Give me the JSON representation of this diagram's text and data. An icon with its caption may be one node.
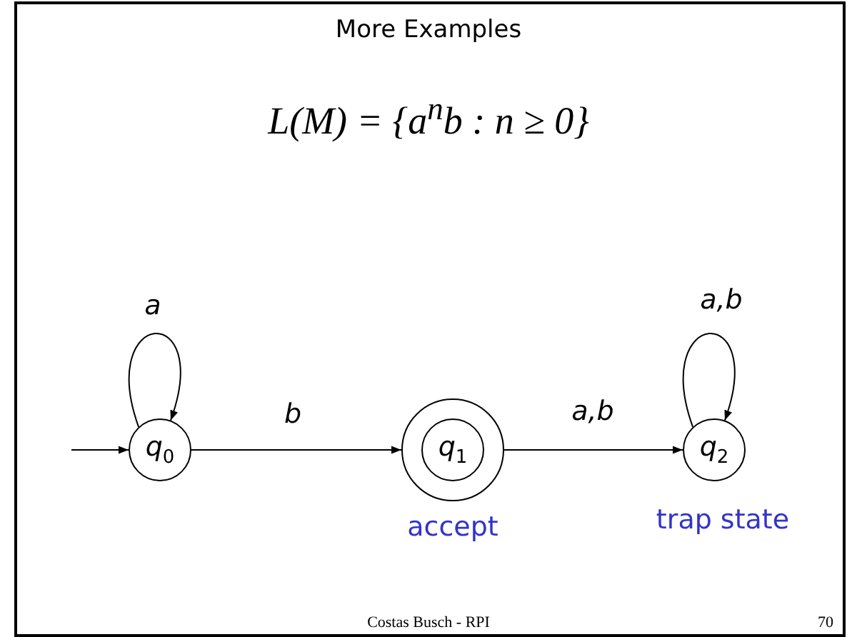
{
  "diagram": {
    "title": "More Examples",
    "nodes": [
      {
        "text": [
          "q$_{0}$"
        ]
      },
      {
        "text": [
          "q$_{1}$"
        ],
        "beside": [
          "accept"
        ]
      },
      {
        "text": [
          "q$_{2}$"
        ],
        "beside": [
          "trap state"
        ]
      }
    ],
    "edges": [
      {
        "from": null,
        "to": 0,
        "arrow": "to"
      },
      {
        "from": 0,
        "to": 0,
        "label": "a",
        "arrow": "to"
      },
      {
        "from": 0,
        "to": 1,
        "label": "b",
        "arrow": "to"
      },
      {
        "from": 1,
        "to": 2,
        "label": "a,b",
        "arrow": "to"
      },
      {
        "from": 2,
        "to": 2,
        "label": "a,b",
        "arrow": "to"
      }
    ],
    "labels": [
      "L(M) = {a$^{n}$b : n ≥ 0}",
      "Costas Busch - RPI",
      "70"
    ]
  }
}
